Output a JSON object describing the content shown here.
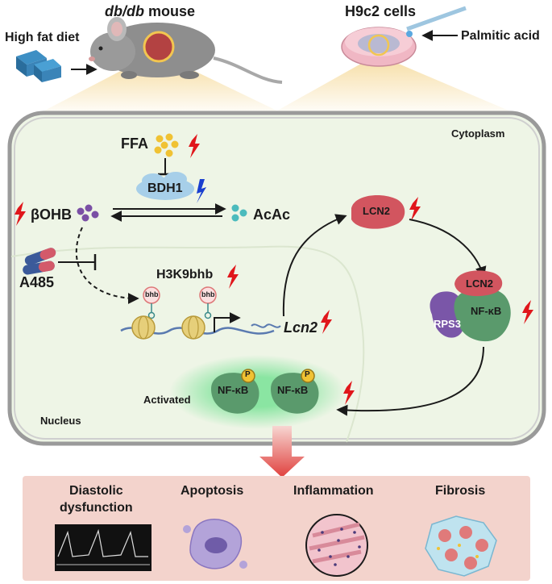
{
  "top": {
    "diet_label": "High fat diet",
    "mouse_label_italic": "db/db",
    "mouse_label_rest": " mouse",
    "cells_label": "H9c2 cells",
    "palmitic_label": "Palmitic acid"
  },
  "cell": {
    "cytoplasm_label": "Cytoplasm",
    "nucleus_label": "Nucleus",
    "ffa_label": "FFA",
    "bdh1_label": "BDH1",
    "bohb_label": "βOHB",
    "acac_label": "AcAc",
    "a485_label": "A485",
    "h3k9bhb_label": "H3K9bhb",
    "bhb_tag": "bhb",
    "lcn2_gene_label": "Lcn2",
    "lcn2_protein_label": "LCN2",
    "nfkb_label": "NF-κB",
    "rps3_label": "RPS3",
    "phospho_label": "P",
    "activated_label": "Activated"
  },
  "outcomes": [
    {
      "line1": "Diastolic",
      "line2": "dysfunction"
    },
    {
      "line1": "Apoptosis",
      "line2": ""
    },
    {
      "line1": "Inflammation",
      "line2": ""
    },
    {
      "line1": "Fibrosis",
      "line2": ""
    }
  ],
  "colors": {
    "up_arrow": "#e0161b",
    "down_arrow": "#1a3fcf",
    "cell_fill": "#eef5e6",
    "lcn2": "#d2555f",
    "nfkb": "#5a9a6c",
    "rps3": "#7a56a8",
    "bdh1": "#a7cfe9",
    "outcome_bar": "#f3d3cc"
  }
}
